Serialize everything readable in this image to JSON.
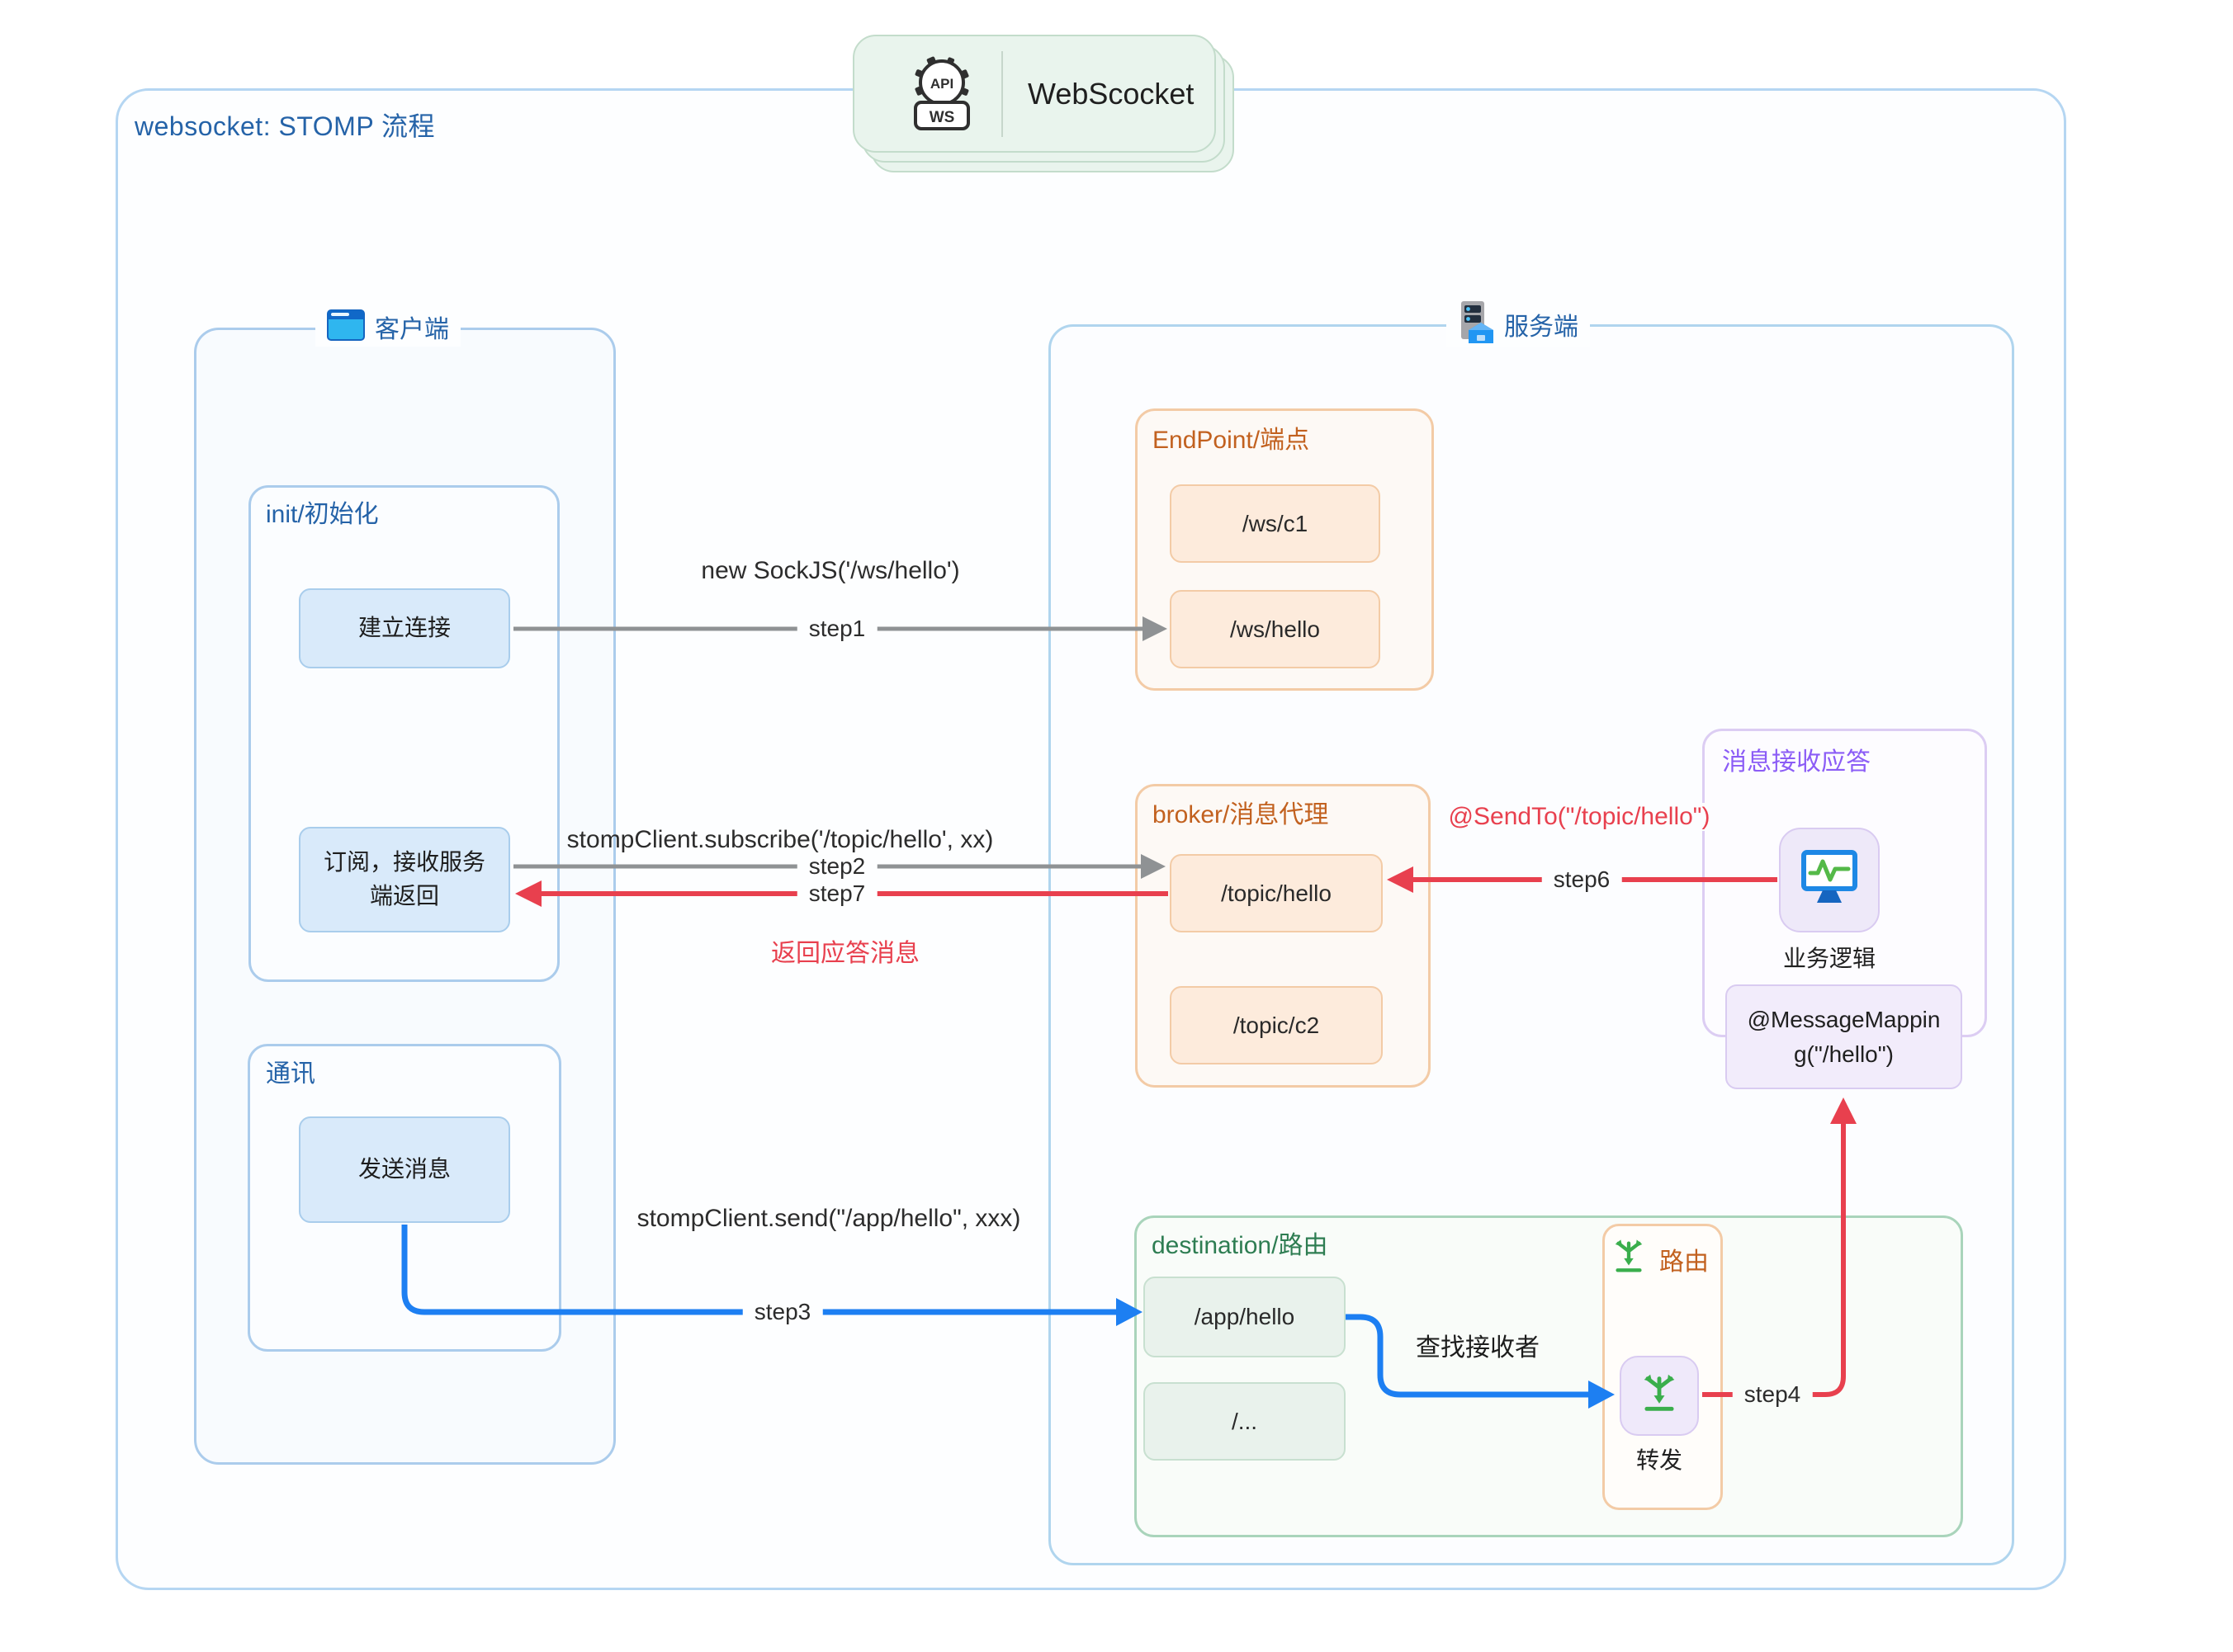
{
  "title": "websocket: STOMP 流程",
  "header": {
    "title": "WebScocket",
    "icon_gear_text": "API",
    "icon_ws_text": "WS"
  },
  "client": {
    "label": "客户端",
    "init": {
      "label": "init/初始化",
      "nodes": [
        {
          "label": "建立连接"
        },
        {
          "label": "订阅，接收服务\n端返回"
        }
      ]
    },
    "comm": {
      "label": "通讯",
      "nodes": [
        {
          "label": "发送消息"
        }
      ]
    }
  },
  "server": {
    "label": "服务端",
    "endpoint": {
      "label": "EndPoint/端点",
      "nodes": [
        {
          "label": "/ws/c1"
        },
        {
          "label": "/ws/hello"
        }
      ]
    },
    "broker": {
      "label": "broker/消息代理",
      "nodes": [
        {
          "label": "/topic/hello"
        },
        {
          "label": "/topic/c2"
        }
      ]
    },
    "reply": {
      "label": "消息接收应答",
      "logic_label": "业务逻辑",
      "mapping_label": "@MessageMappin\ng(\"/hello\")"
    },
    "destination": {
      "label": "destination/路由",
      "nodes": [
        {
          "label": "/app/hello"
        },
        {
          "label": "/..."
        }
      ]
    },
    "router": {
      "label": "路由",
      "forward_label": "转发"
    }
  },
  "arrows": {
    "step1": {
      "label": "step1",
      "code": "new SockJS('/ws/hello')"
    },
    "step2": {
      "label": "step2",
      "code": "stompClient.subscribe('/topic/hello', xx)"
    },
    "step7": {
      "label": "step7",
      "note": "返回应答消息"
    },
    "step3": {
      "label": "step3",
      "code": "stompClient.send(\"/app/hello\", xxx)"
    },
    "step4": {
      "label": "step4"
    },
    "step6": {
      "label": "step6",
      "code": "@SendTo(\"/topic/hello\")"
    },
    "lookup": {
      "label": "查找接收者"
    }
  },
  "colors": {
    "blue_label": "#2563a8",
    "orange_label": "#c2611f",
    "green_label": "#2e7d52",
    "purple_label": "#8b5cf6",
    "arrow_gray": "#8f9294",
    "arrow_red": "#e8404e",
    "arrow_blue": "#1d7ff2"
  }
}
